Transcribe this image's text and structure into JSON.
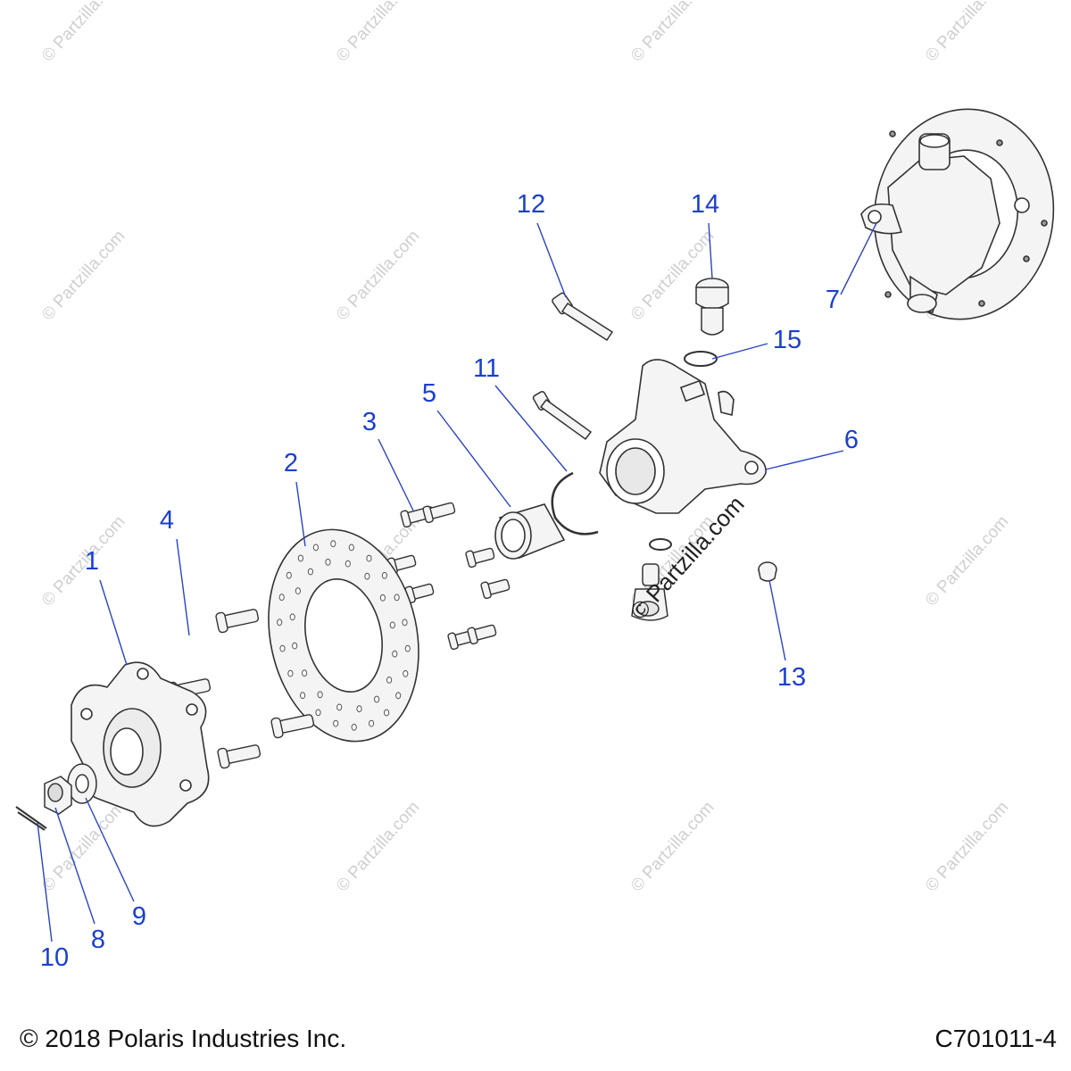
{
  "diagram": {
    "colors": {
      "callout_text": "#1a3fd0",
      "leader_line": "#2a44c8",
      "part_outline": "#333333",
      "part_fill": "#f4f4f4",
      "watermark": "#cfcfcf"
    },
    "callouts": [
      {
        "id": "1",
        "label": "1"
      },
      {
        "id": "2",
        "label": "2"
      },
      {
        "id": "3",
        "label": "3"
      },
      {
        "id": "4",
        "label": "4"
      },
      {
        "id": "5",
        "label": "5"
      },
      {
        "id": "6",
        "label": "6"
      },
      {
        "id": "7",
        "label": "7"
      },
      {
        "id": "8",
        "label": "8"
      },
      {
        "id": "9",
        "label": "9"
      },
      {
        "id": "10",
        "label": "10"
      },
      {
        "id": "11",
        "label": "11"
      },
      {
        "id": "12",
        "label": "12"
      },
      {
        "id": "13",
        "label": "13"
      },
      {
        "id": "14",
        "label": "14"
      },
      {
        "id": "15",
        "label": "15"
      }
    ],
    "watermark_text": "© Partzilla.com",
    "center_watermark_text": "© Partzilla.com"
  },
  "footer": {
    "copyright": "© 2018 Polaris Industries Inc.",
    "figure_code": "C701011-4"
  }
}
